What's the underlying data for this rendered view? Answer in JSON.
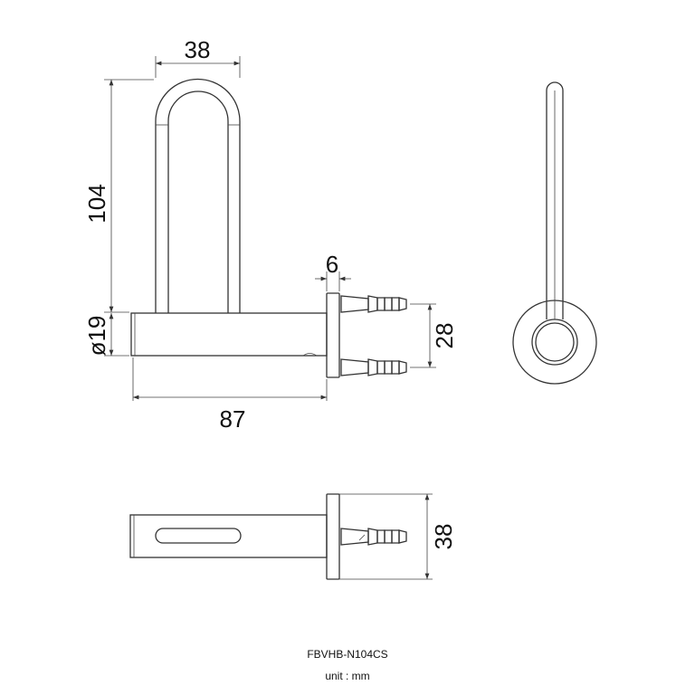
{
  "dimensions": {
    "hook_width": "38",
    "height": "104",
    "tube_diameter": "ø19",
    "flange_thickness": "6",
    "anchor_spacing": "28",
    "length": "87",
    "flange_diameter": "38"
  },
  "caption": {
    "model": "FBVHB-N104CS",
    "unit": "unit : mm"
  }
}
